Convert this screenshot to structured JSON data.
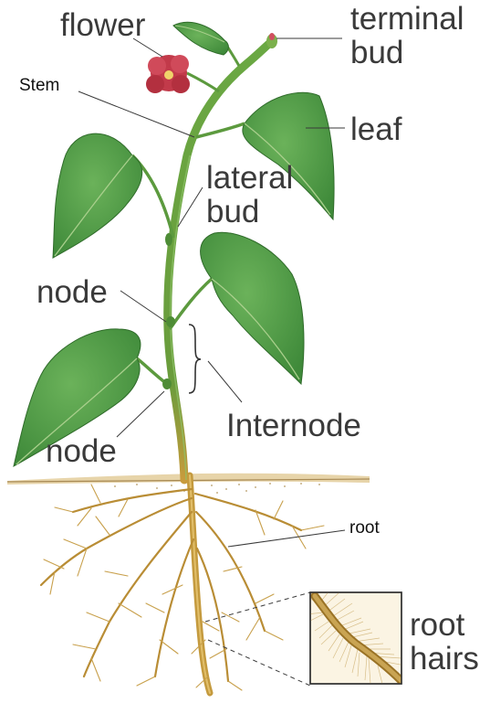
{
  "labels": {
    "flower": "flower",
    "stem": "Stem",
    "terminal_bud_1": "terminal",
    "terminal_bud_2": "bud",
    "leaf": "leaf",
    "lateral_bud_1": "lateral",
    "lateral_bud_2": "bud",
    "node_upper": "node",
    "node_lower": "node",
    "internode": "Internode",
    "root": "root",
    "root_hairs_1": "root",
    "root_hairs_2": "hairs"
  },
  "colors": {
    "leaf": "#4e9a44",
    "leaf_dark": "#2f6b2a",
    "leaf_vein": "#a9cf8c",
    "stem": "#5c9a3e",
    "flower": "#c23a4a",
    "root": "#c49a3e",
    "root_dark": "#9a7326",
    "soil": "#e6d3a8",
    "leader": "#3a3a3a"
  }
}
